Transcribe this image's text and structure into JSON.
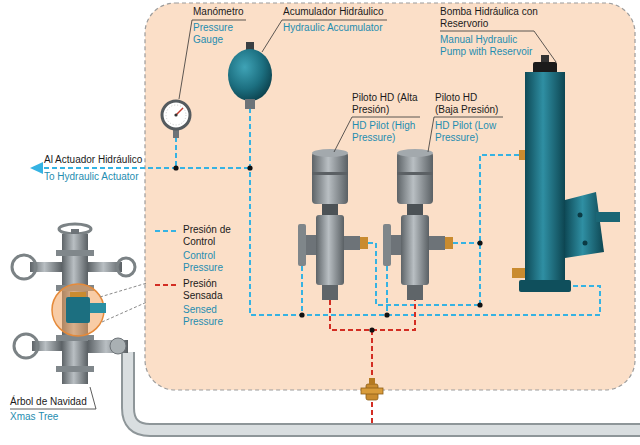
{
  "diagram": {
    "labels": [
      "Manómetro",
      "Pressure Gauge",
      "Acumulador Hidráulico",
      "Hydraulic Accumulator",
      "Bomba Hidráulica con Reservorio",
      "Manual Hydraulic Pump with Reservoir",
      "Piloto HD (Alta Presión)",
      "HD Pilot (High Pressure)",
      "Piloto HD (Baja Presión)",
      "HD Pilot (Low Pressure)",
      "Al Actuador Hidráulico",
      "To Hydraulic Actuator",
      "Control Pressure",
      "Sensed Pressure",
      "Árbol de Navidad",
      "Xmas Tree"
    ],
    "legend": [
      {
        "text": "Presión de Control"
      },
      {
        "text": "Presión Sensada"
      }
    ]
  }
}
